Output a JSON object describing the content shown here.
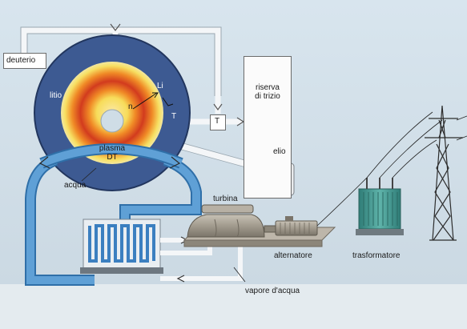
{
  "labels": {
    "deuterio": "deuterio",
    "litio": "litio",
    "n": "n",
    "li": "Li",
    "t": "T",
    "plasma_line1": "plasma",
    "plasma_line2": "DT",
    "acqua": "acqua",
    "riserva_line1": "riserva",
    "riserva_line2": "di trizio",
    "t_box": "T",
    "elio": "elio",
    "turbina": "turbina",
    "alternatore": "alternatore",
    "trasformatore": "trasformatore",
    "vapore": "vapore d'acqua"
  },
  "colors": {
    "background": "#cfdde6",
    "pipe_white": "#f4f6f8",
    "water_blue": "#4a8fc9",
    "reactor_blue": "#3d5a92",
    "plasma_red": "#d23b1e",
    "plasma_orange": "#f08a26",
    "plasma_yellow": "#f7e063",
    "machine_gray": "#a19b90",
    "transformer_teal": "#3a8f88"
  }
}
